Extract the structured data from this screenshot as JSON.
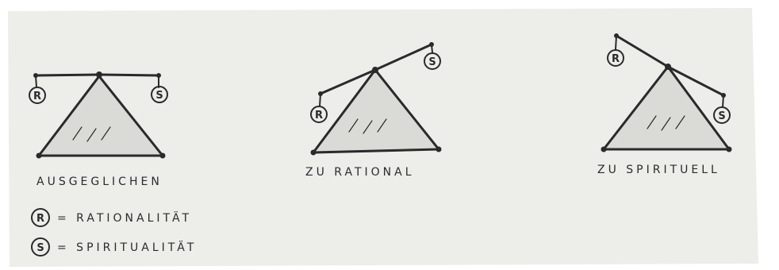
{
  "diagrams": [
    {
      "caption": "AUSGEGLICHEN",
      "left_weight": "R",
      "right_weight": "S"
    },
    {
      "caption": "ZU RATIONAL",
      "left_weight": "R",
      "right_weight": "S"
    },
    {
      "caption": "ZU SPIRITUELL",
      "left_weight": "R",
      "right_weight": "S"
    }
  ],
  "legend": [
    {
      "symbol": "R",
      "text": "= RATIONALITÄT"
    },
    {
      "symbol": "S",
      "text": "= SPIRITUALITÄT"
    }
  ],
  "colors": {
    "paper": "#ededea",
    "ink": "#2a2a2a",
    "shade": "#d9d9d6"
  }
}
